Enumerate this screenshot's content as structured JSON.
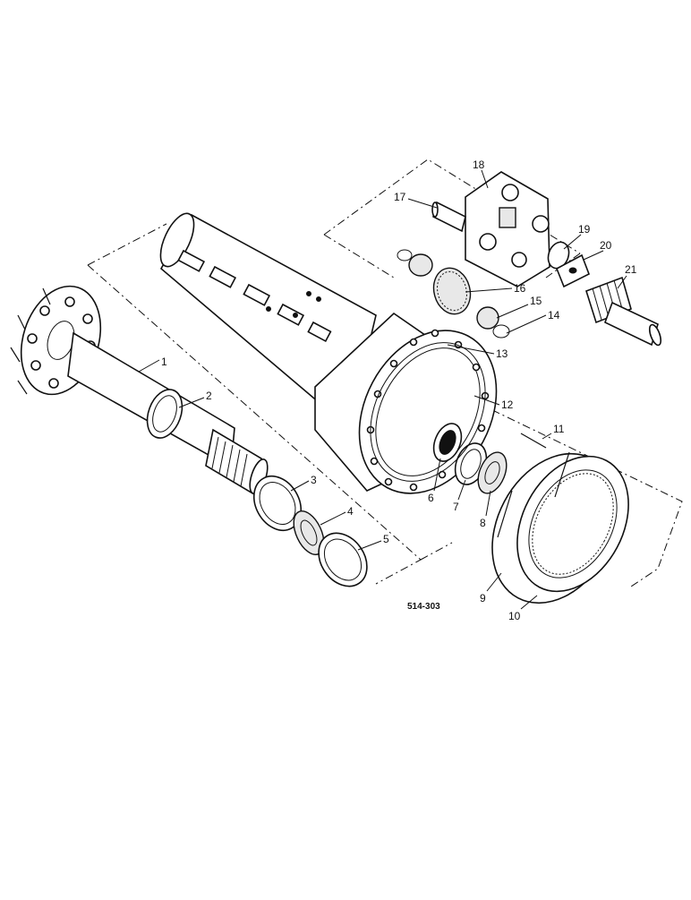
{
  "figure_code": "514-303",
  "callouts": [
    "1",
    "2",
    "3",
    "4",
    "5",
    "6",
    "7",
    "8",
    "9",
    "10",
    "11",
    "12",
    "13",
    "14",
    "15",
    "16",
    "17",
    "18",
    "19",
    "20",
    "21"
  ]
}
